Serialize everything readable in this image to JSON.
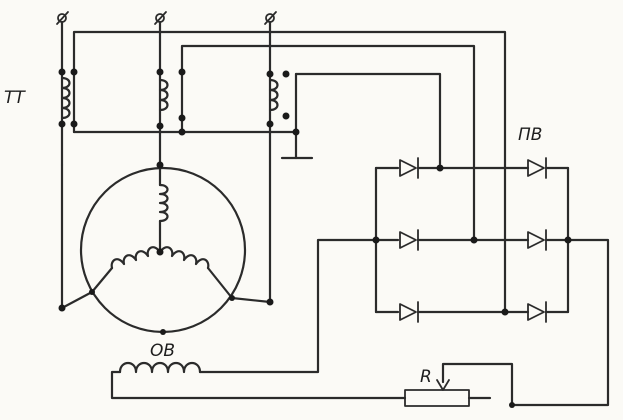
{
  "diagram": {
    "labels": {
      "current_transformers": "TT",
      "rectifier": "ПВ",
      "field_winding": "ОВ",
      "rheostat": "R"
    },
    "colors": {
      "ink": "#2b2b2b",
      "paper": "#fbfaf6"
    },
    "icons": [
      "terminal-icon",
      "coil-icon",
      "diode-icon",
      "ground-icon",
      "rheostat-icon"
    ]
  }
}
